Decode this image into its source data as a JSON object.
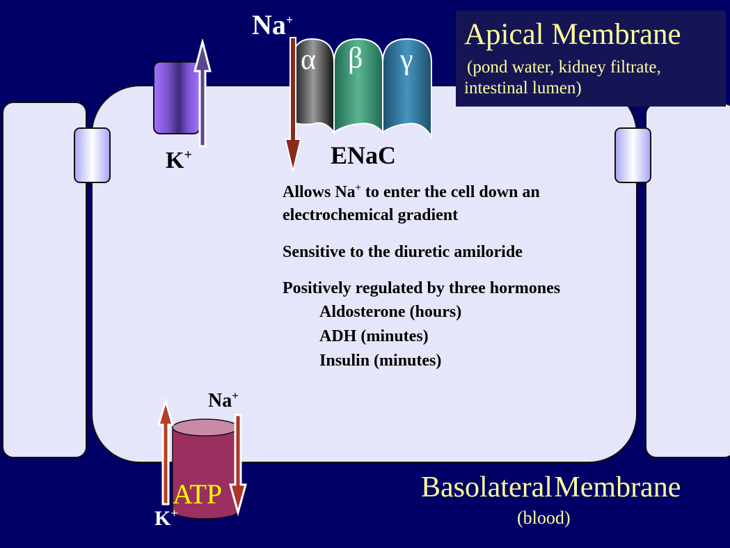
{
  "apical": {
    "title": "Apical Membrane",
    "subtitle_line1": "(pond water, kidney filtrate,",
    "subtitle_line2": "intestinal lumen)"
  },
  "basolateral": {
    "title": "Basolateral Membrane",
    "subtitle": "(blood)"
  },
  "enac": {
    "label": "ENaC",
    "subunits": [
      "α",
      "β",
      "γ"
    ],
    "ion": "Na",
    "charge": "+"
  },
  "k_channel": {
    "ion": "K",
    "charge": "+"
  },
  "pump": {
    "label": "ATP",
    "na_ion": "Na",
    "na_charge": "+",
    "k_ion": "K",
    "k_charge": "+"
  },
  "bullets": {
    "item1_part1": "Allows Na",
    "item1_charge": "+",
    "item1_part2": " to enter the cell down an",
    "item1_line2": "electrochemical gradient",
    "item2": "Sensitive to the diuretic amiloride",
    "item3": "Positively regulated by three hormones",
    "hormones": [
      "Aldosterone (hours)",
      "ADH (minutes)",
      "Insulin (minutes)"
    ]
  },
  "colors": {
    "background": "#000066",
    "cell": "#e6e6fa",
    "label_yellow": "#ffff99",
    "arrow_red": "#8b2a1c",
    "pump": "#9b3060"
  }
}
